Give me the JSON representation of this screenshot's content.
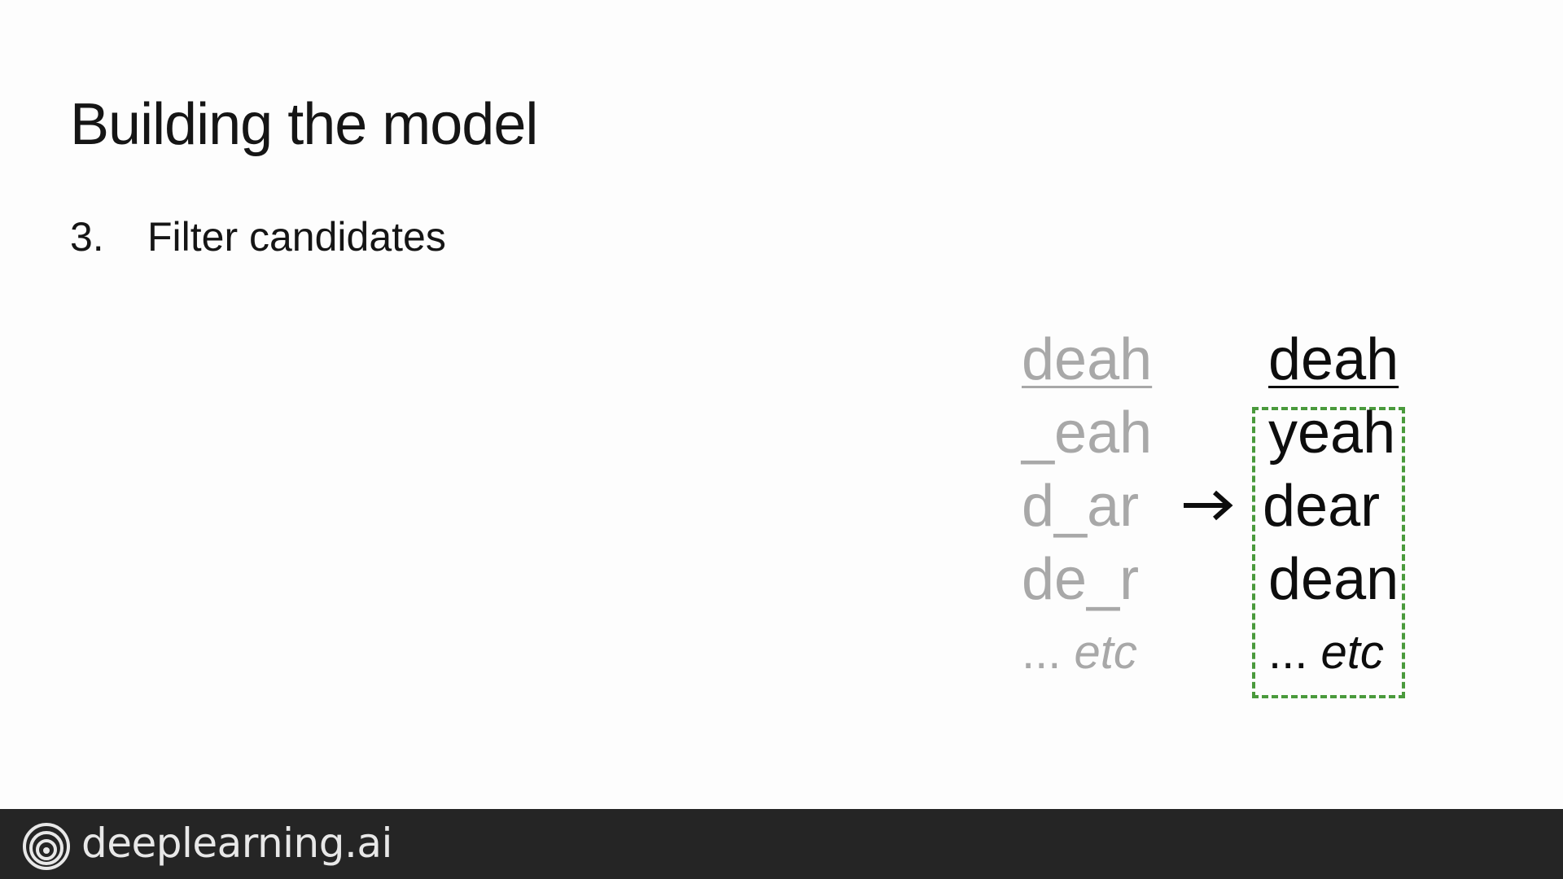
{
  "slide": {
    "title": "Building the model",
    "step": {
      "number": "3.",
      "text": "Filter candidates"
    }
  },
  "candidates": {
    "head": "deah",
    "items": [
      "_eah",
      "d_ar",
      "de_r"
    ],
    "etc_dots": "...",
    "etc_word": "etc"
  },
  "filtered": {
    "head": "deah",
    "items": [
      "yeah",
      "dear",
      "dean"
    ],
    "etc_dots": "...",
    "etc_word": "etc"
  },
  "colors": {
    "candidate_text": "#a8a8a8",
    "filtered_text": "#0d0d0d",
    "filter_box_border": "#4a9a3c",
    "footer_background": "#252525"
  },
  "icons": {
    "arrow": "right-arrow-icon",
    "logo": "deeplearning-logo-icon"
  },
  "footer": {
    "brand": "deeplearning.ai"
  }
}
